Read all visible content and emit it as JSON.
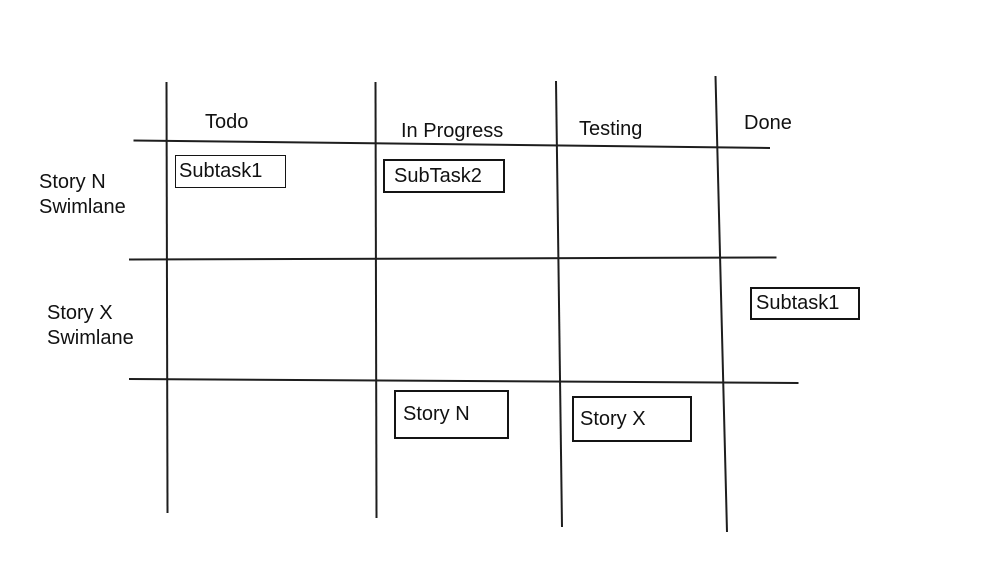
{
  "board": {
    "columns": [
      {
        "label": "Todo"
      },
      {
        "label": "In Progress"
      },
      {
        "label": "Testing"
      },
      {
        "label": "Done"
      }
    ],
    "swimlanes": [
      {
        "line1": "Story N",
        "line2": "Swimlane"
      },
      {
        "line1": "Story X",
        "line2": "Swimlane"
      }
    ],
    "cards": [
      {
        "label": "Subtask1",
        "column": "Todo",
        "swimlane": "Story N Swimlane"
      },
      {
        "label": "SubTask2",
        "column": "In Progress",
        "swimlane": "Story N Swimlane"
      },
      {
        "label": "Subtask1",
        "column": "Done",
        "swimlane": "Story X Swimlane"
      },
      {
        "label": "Story N",
        "column": "In Progress",
        "swimlane": "bottom row"
      },
      {
        "label": "Story X",
        "column": "Testing",
        "swimlane": "bottom row"
      }
    ],
    "colors": {
      "background": "#ffffff",
      "line": "#1e1e1e",
      "text": "#111111",
      "card_border": "#141414",
      "card_background": "#ffffff"
    }
  }
}
